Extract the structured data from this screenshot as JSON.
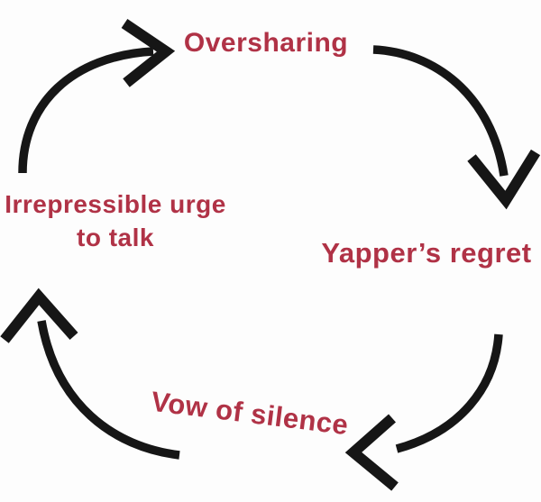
{
  "diagram": {
    "type": "cycle",
    "direction": "clockwise",
    "nodes": {
      "top": {
        "label": "Oversharing"
      },
      "right": {
        "label": "Yapper’s regret"
      },
      "bottom": {
        "label": "Vow of silence"
      },
      "left": {
        "line1": "Irrepressible urge",
        "line2": "to talk"
      }
    },
    "colors": {
      "label_text": "#b03246",
      "arrow": "#161616",
      "background": "#fdfdfd"
    }
  }
}
